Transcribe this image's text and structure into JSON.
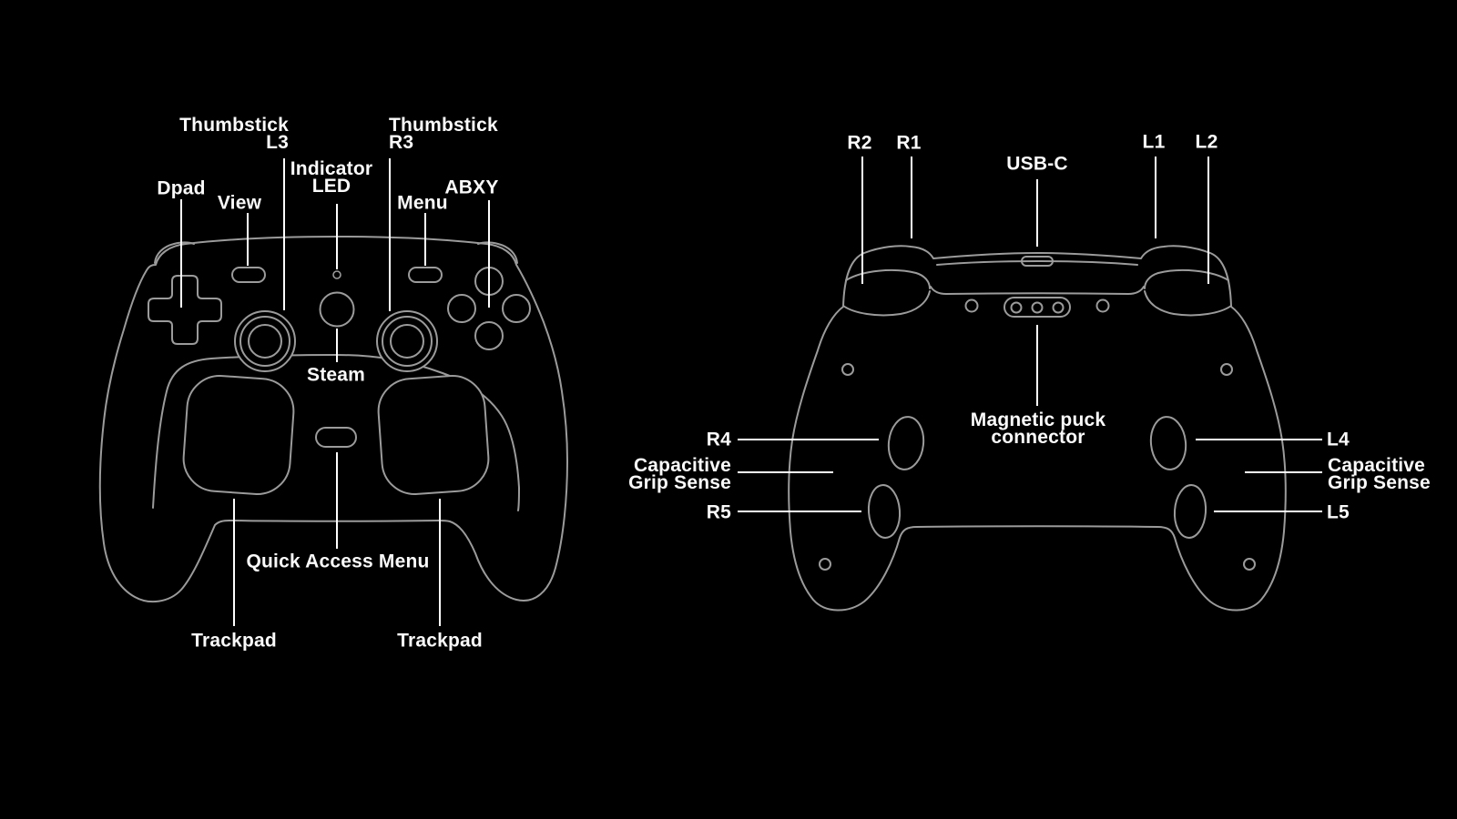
{
  "colors": {
    "background": "#000000",
    "outline": "#9b9b9b",
    "leader_line": "#ffffff",
    "label_text": "#fafafa"
  },
  "front": {
    "labels": {
      "thumbstick_l": {
        "line1": "Thumbstick",
        "line2": "L3"
      },
      "thumbstick_r": {
        "line1": "Thumbstick",
        "line2": "R3"
      },
      "indicator_led": {
        "line1": "Indicator",
        "line2": "LED"
      },
      "dpad": "Dpad",
      "view": "View",
      "menu": "Menu",
      "abxy": "ABXY",
      "steam": "Steam",
      "quick_access_menu": "Quick Access Menu",
      "trackpad_left": "Trackpad",
      "trackpad_right": "Trackpad"
    }
  },
  "back": {
    "labels": {
      "r2": "R2",
      "r1": "R1",
      "usb_c": "USB-C",
      "l1": "L1",
      "l2": "L2",
      "r4": "R4",
      "r5": "R5",
      "l4": "L4",
      "l5": "L5",
      "capacitive_grip_sense_right": {
        "line1": "Capacitive",
        "line2": "Grip Sense"
      },
      "capacitive_grip_sense_left": {
        "line1": "Capacitive",
        "line2": "Grip Sense"
      },
      "magnetic_puck_connector": {
        "line1": "Magnetic puck",
        "line2": "connector"
      }
    }
  }
}
